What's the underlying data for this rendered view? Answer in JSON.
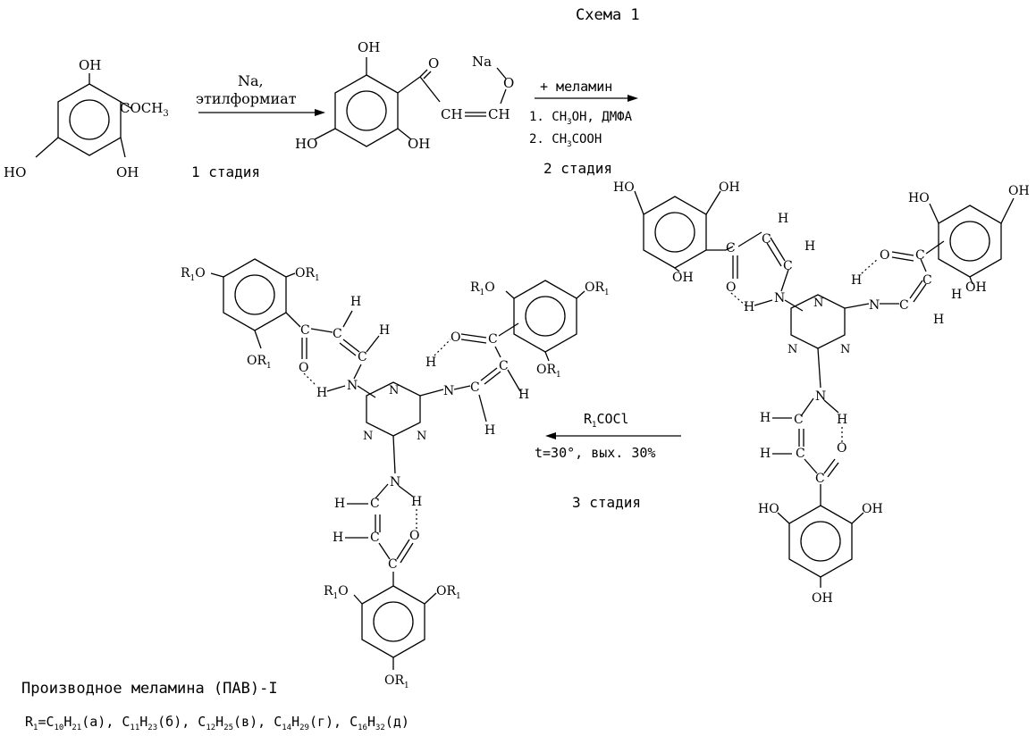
{
  "scheme_title": "Схема 1",
  "reagents": {
    "step1_line1": "Na,",
    "step1_line2": "этилформиат",
    "step1_label": "1 стадия",
    "step2_line1": "+ меламин",
    "step2_line2": "1. CH3OH, ДМФА",
    "step2_line3": "2. CH3COOH",
    "step2_label": "2 стадия",
    "step3_line1": "R1COCl",
    "step3_line2": "t=30°, вых. 30%",
    "step3_label": "3 стадия"
  },
  "compound_caption": "Производное меламина (ПАВ)-I",
  "r1_definition": "R1=C10H21(а), C11H23(б), C12H25(в), C14H29(г), C16H32(д)",
  "atom_labels": {
    "OH": "OH",
    "HO": "HO",
    "OR1": "OR1",
    "R1O": "R1O",
    "N": "N",
    "H": "H",
    "O": "O",
    "C": "C",
    "Na": "Na",
    "COCH3": "COCH3",
    "CH": "CH"
  }
}
